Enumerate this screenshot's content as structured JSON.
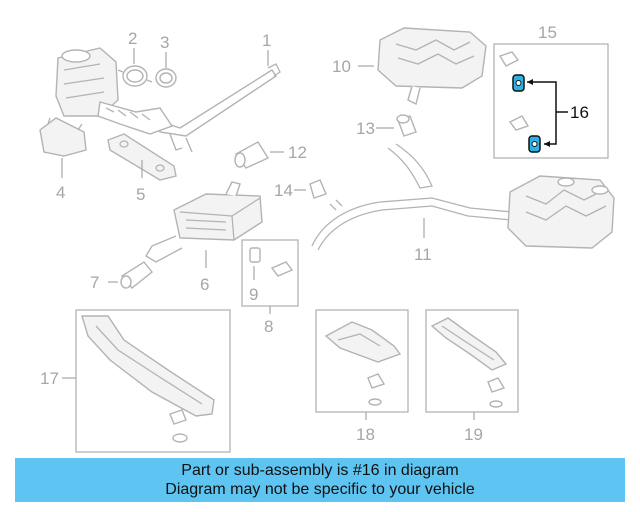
{
  "callouts": {
    "n1": "1",
    "n2": "2",
    "n3": "3",
    "n4": "4",
    "n5": "5",
    "n6": "6",
    "n7": "7",
    "n8": "8",
    "n9": "9",
    "n10": "10",
    "n11": "11",
    "n12": "12",
    "n13": "13",
    "n14": "14",
    "n15": "15",
    "n16": "16",
    "n17": "17",
    "n18": "18",
    "n19": "19"
  },
  "highlight": {
    "part": "16",
    "color": "#2bb3e6"
  },
  "banner": {
    "line1": "Part or sub-assembly is #16 in diagram",
    "line2": "Diagram may not be specific to your vehicle",
    "color": "#5ec4f2"
  }
}
